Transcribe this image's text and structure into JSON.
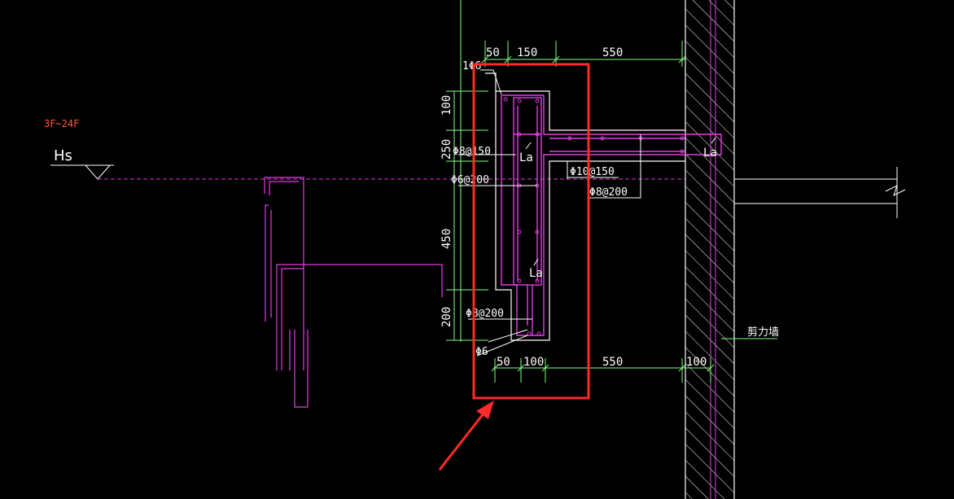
{
  "drawing": {
    "level_label": "3F~24F",
    "elevation_symbol": "Hs",
    "wall_label": "剪力墙",
    "colors": {
      "background": "#000000",
      "rebar": "#e040e0",
      "dimension": "#7fff7f",
      "text": "#ffffff",
      "highlight": "#ff2a2a",
      "wall_hatch": "#ffffff"
    }
  },
  "dimensions": {
    "top": [
      "50",
      "150",
      "550"
    ],
    "bottom": [
      "50",
      "100",
      "550",
      "100"
    ],
    "left": [
      "100",
      "250",
      "450",
      "200"
    ]
  },
  "rebar_labels": {
    "hook_top": "1Φ6",
    "hook_bottom": "Φ6",
    "stirrup_1": "Φ8@150",
    "stirrup_2": "Φ6@200",
    "stirrup_3": "Φ8@200",
    "slab_1": "Φ10@150",
    "slab_2": "Φ8@200",
    "anchorage_1": "La",
    "anchorage_2": "La",
    "anchorage_3": "La"
  }
}
